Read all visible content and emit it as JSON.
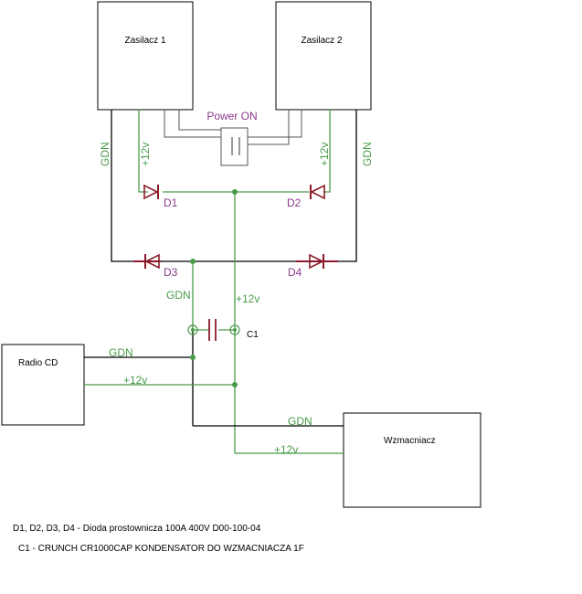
{
  "blocks": {
    "psu1": "Zasilacz 1",
    "psu2": "Zasilacz 2",
    "radio": "Radio CD",
    "amp": "Wzmacniacz"
  },
  "switch_label": "Power ON",
  "diodes": [
    "D1",
    "D2",
    "D3",
    "D4"
  ],
  "capacitor_label": "C1",
  "net_labels": {
    "gdn": "GDN",
    "plus12": "+12v"
  },
  "notes": [
    "D1, D2, D3, D4 - Dioda prostownicza 100A 400V D00-100-04",
    "C1 - CRUNCH CR1000CAP KONDENSATOR DO WZMACNIACZA 1F"
  ],
  "colors": {
    "wire_ground": "#000000",
    "wire_positive": "#4a9a4a",
    "component": "#8b1a2a",
    "label_component": "#8b3a8b"
  }
}
